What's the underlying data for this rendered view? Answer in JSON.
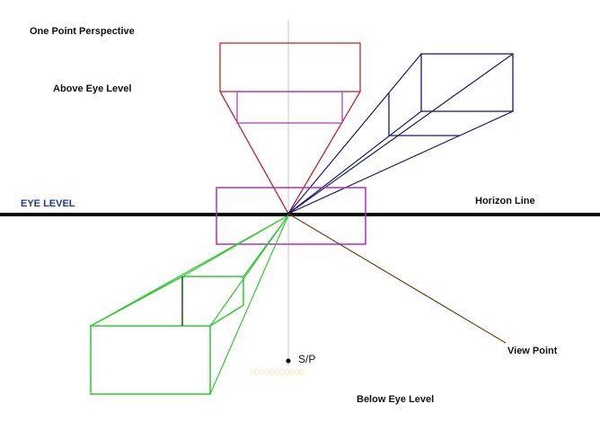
{
  "labels": {
    "title": "One Point Perspective",
    "above_eye_level": "Above Eye Level",
    "eye_level": "EYE LEVEL",
    "horizon_line": "Horizon Line",
    "view_point": "View Point",
    "below_eye_level": "Below Eye Level",
    "station_point": "S/P",
    "watermark": "00000000000"
  },
  "colors": {
    "horizon": "#000000",
    "center_line": "#c8c8c8",
    "box_above": "#c0282d",
    "box_above_inner": "#b040c8",
    "box_right": "#1a1a70",
    "box_center": "#b030b8",
    "box_below": "#2ecc2e",
    "box_below_inner": "#0a5a0a",
    "view_line": "#6b4a10"
  }
}
